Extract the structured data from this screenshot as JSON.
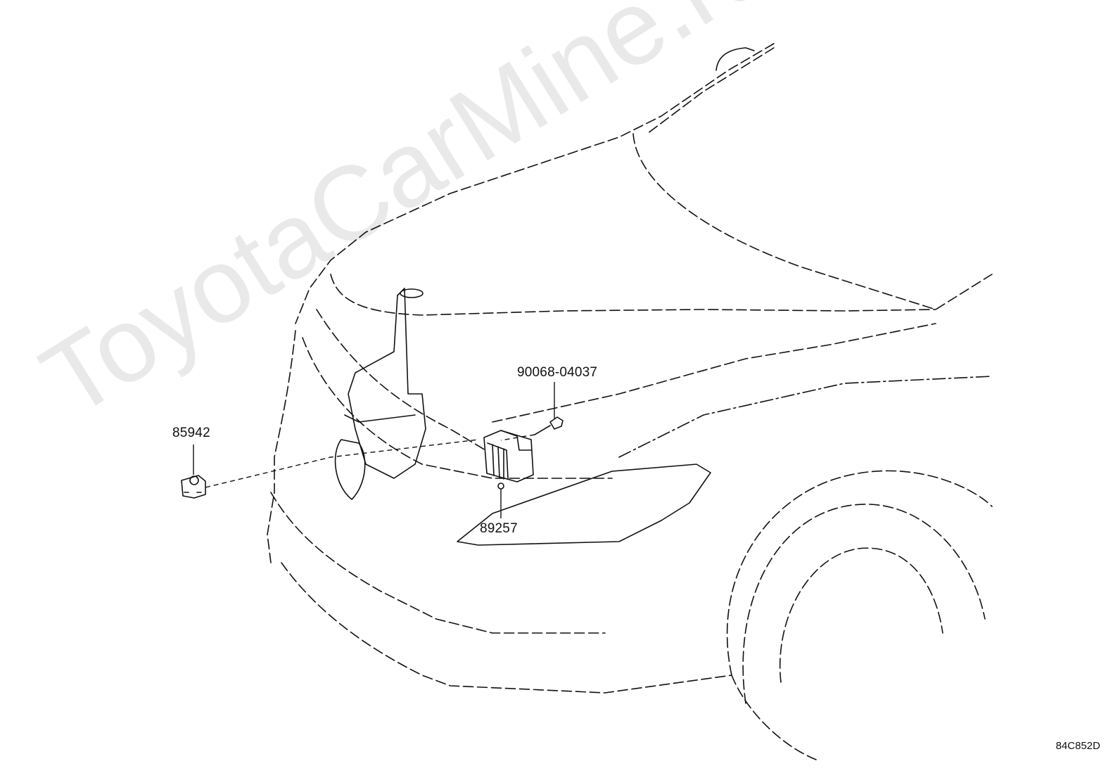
{
  "watermark": "ToyotaCarMine.ru",
  "drawing_code": "84C852D",
  "parts": [
    {
      "id": "85942",
      "label": "85942"
    },
    {
      "id": "90068-04037",
      "label": "90068-04037"
    },
    {
      "id": "89257",
      "label": "89257"
    }
  ]
}
